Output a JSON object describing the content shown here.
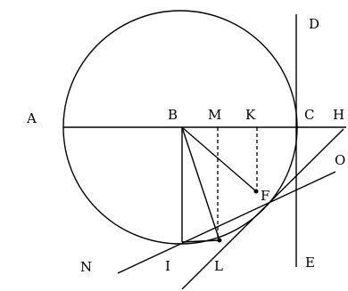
{
  "diagram": {
    "labels": {
      "A": "A",
      "B": "B",
      "M": "M",
      "K": "K",
      "C": "C",
      "H": "H",
      "D": "D",
      "E": "E",
      "F": "F",
      "O": "O",
      "N": "N",
      "I": "I",
      "L": "L"
    }
  }
}
